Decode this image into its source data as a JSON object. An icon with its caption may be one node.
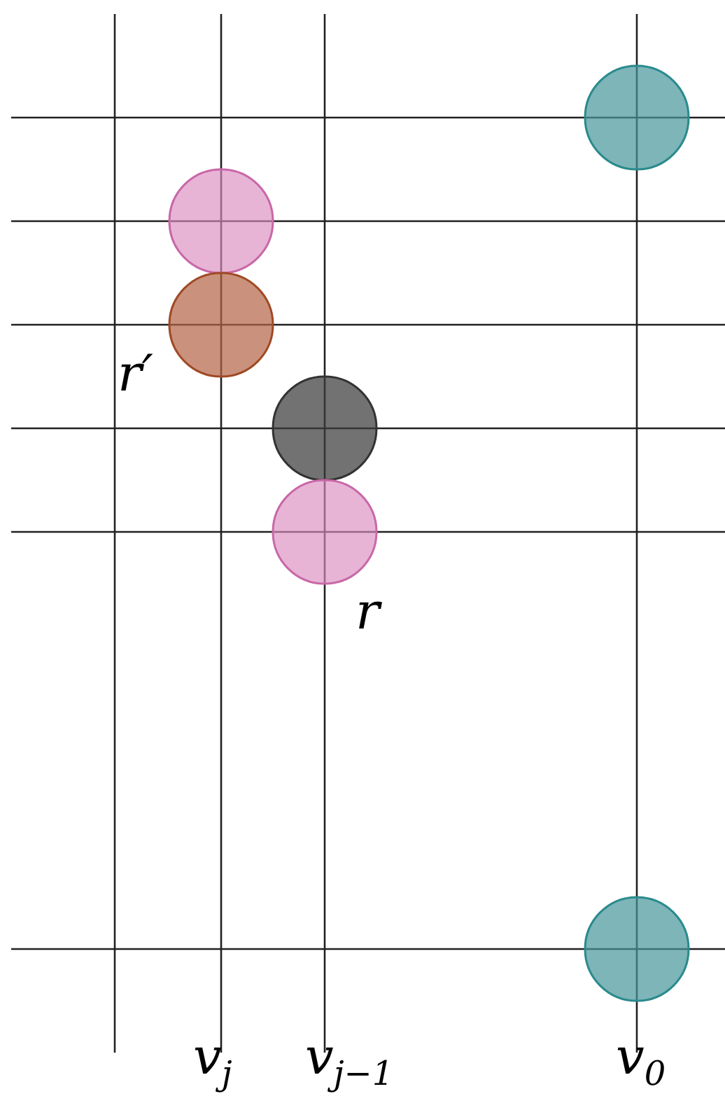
{
  "diagram": {
    "nodes": [
      {
        "text": [],
        "shape": "circle"
      },
      {
        "text": [],
        "shape": "circle"
      },
      {
        "text": [],
        "shape": "circle",
        "beside": [
          "r′"
        ]
      },
      {
        "text": [],
        "shape": "circle"
      },
      {
        "text": [],
        "shape": "circle",
        "beside": [
          "r"
        ]
      },
      {
        "text": [],
        "shape": "circle"
      }
    ],
    "edges": [],
    "labels": [
      "v$_{j}$",
      "v$_{j−1}$",
      "v$_{0}$"
    ]
  }
}
